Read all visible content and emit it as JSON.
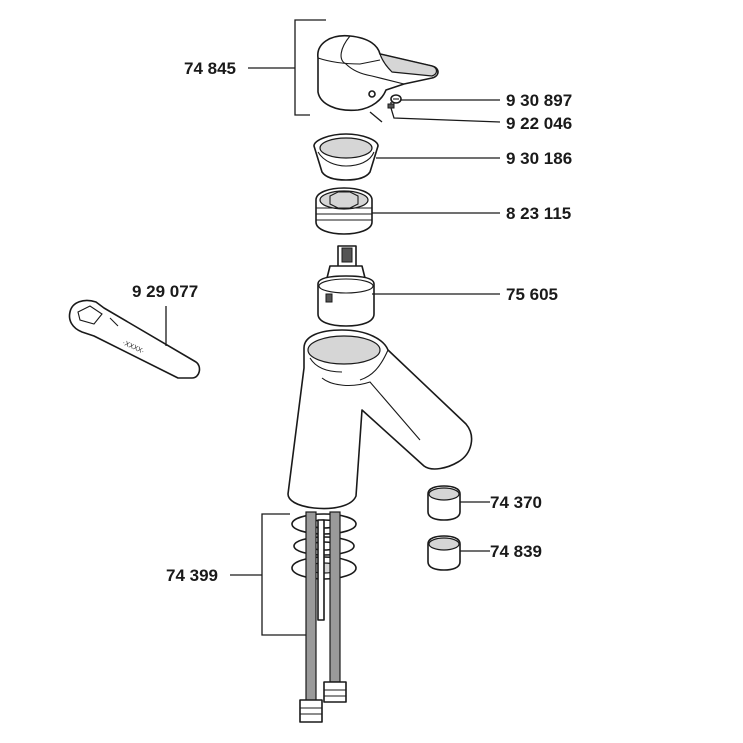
{
  "parts": [
    {
      "id": "lever-handle",
      "number": "74 845"
    },
    {
      "id": "set-screw",
      "number": "9 30 897"
    },
    {
      "id": "screw-cap",
      "number": "9 22 046"
    },
    {
      "id": "cover-cap",
      "number": "9 30 186"
    },
    {
      "id": "threaded-nut",
      "number": "8 23 115"
    },
    {
      "id": "cartridge",
      "number": "75 605"
    },
    {
      "id": "wrench",
      "number": "9 29 077"
    },
    {
      "id": "aerator-a",
      "number": "74 370"
    },
    {
      "id": "aerator-b",
      "number": "74 839"
    },
    {
      "id": "mounting-set",
      "number": "74 399"
    }
  ],
  "colors": {
    "line": "#1a1a1a",
    "shade": "#d6d6d6",
    "hose": "#9a9a9a"
  }
}
